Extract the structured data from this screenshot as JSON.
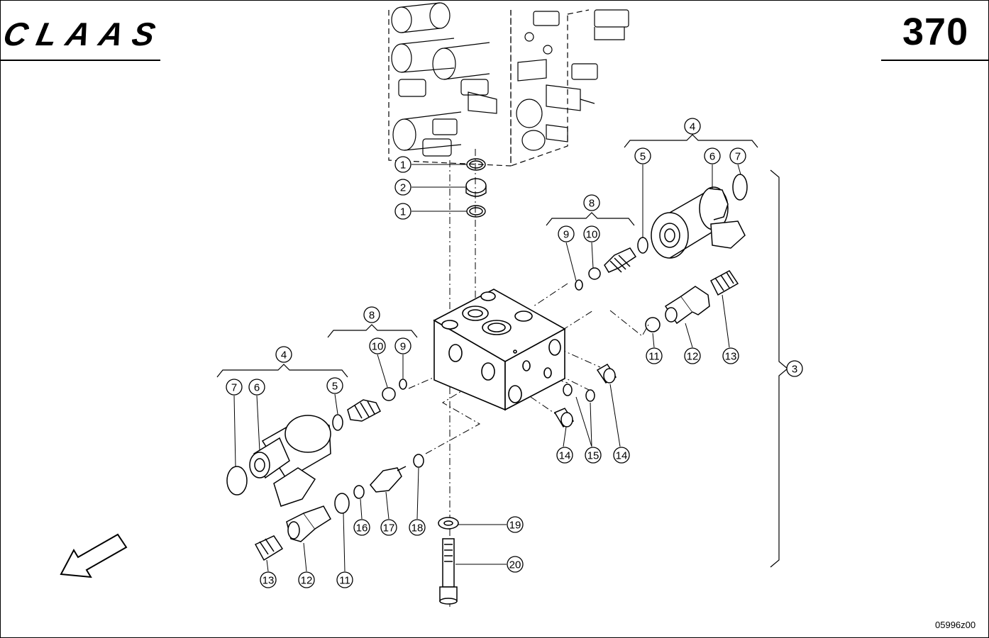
{
  "header": {
    "brand_logo": "CLAAS",
    "page_number": "370"
  },
  "footer": {
    "drawing_number": "05996z00"
  },
  "icons": {
    "orientation_arrow": "arrow-down-left-icon",
    "callout": "circle-callout-icon"
  },
  "colors": {
    "line": "#000000",
    "background": "#ffffff"
  },
  "callouts": [
    "1",
    "2",
    "1",
    "8",
    "9",
    "10",
    "4",
    "5",
    "6",
    "7",
    "3",
    "8",
    "10",
    "9",
    "4",
    "7",
    "6",
    "5",
    "11",
    "12",
    "13",
    "14",
    "15",
    "14",
    "19",
    "20",
    "16",
    "17",
    "18",
    "13",
    "12",
    "11"
  ]
}
